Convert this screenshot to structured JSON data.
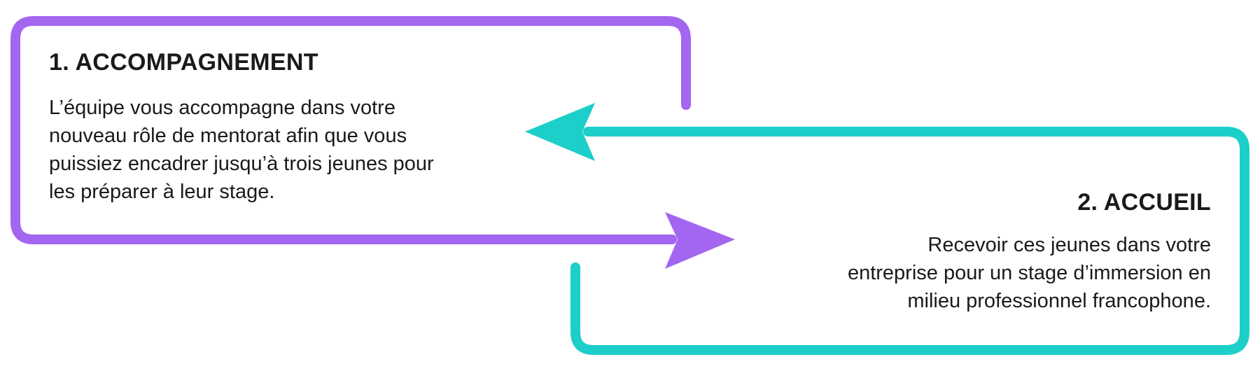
{
  "colors": {
    "step1_accent": "#a366f0",
    "step2_accent": "#1ccfc9",
    "text": "#1a1a1a",
    "background": "#ffffff"
  },
  "step1": {
    "title": "1. ACCOMPAGNEMENT",
    "description_lines": [
      "L’équipe vous accompagne dans votre",
      "nouveau rôle de mentorat afin que vous",
      "puissiez encadrer jusqu’à trois jeunes pour",
      "les préparer à leur stage."
    ]
  },
  "step2": {
    "title": "2. ACCUEIL",
    "description_lines": [
      "Recevoir ces jeunes dans votre",
      "entreprise pour un stage d’immersion en",
      "milieu professionnel francophone."
    ]
  }
}
